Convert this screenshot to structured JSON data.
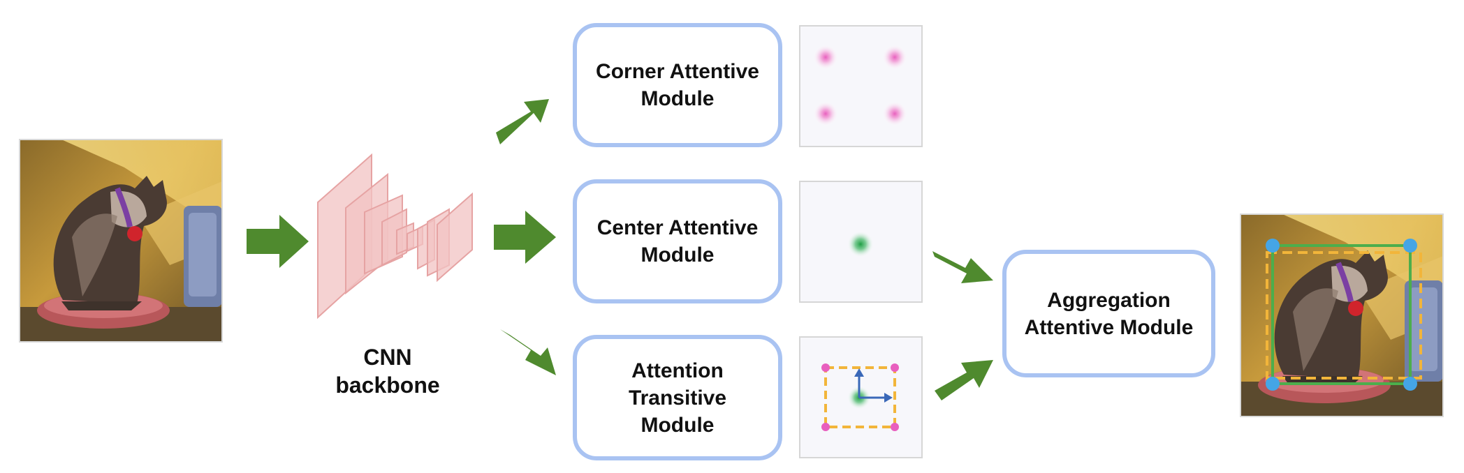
{
  "diagram": {
    "backbone": {
      "label": "CNN\nbackbone"
    },
    "modules": {
      "corner": {
        "label": "Corner Attentive\nModule"
      },
      "center": {
        "label": "Center Attentive\nModule"
      },
      "transit": {
        "label": "Attention\nTransitive\nModule"
      },
      "aggregation": {
        "label": "Aggregation\nAttentive Module"
      }
    },
    "colors": {
      "arrow": "#4f8a2e",
      "module_border": "#a9c3f2",
      "cnn_layer_fill": "#f1c3c3",
      "cnn_layer_stroke": "#e6a3a3",
      "corner_heat": "#e85fbe",
      "center_heat": "#2aa84a",
      "dashed_box": "#f2b53a",
      "vector_arrow": "#3a68b8",
      "prediction_box": "#4cae4c",
      "corner_point": "#45a5e6"
    },
    "icons": [
      "input-cat-image",
      "output-cat-image",
      "cnn-layers-icon",
      "flow-arrow-icon",
      "heatmap-icon"
    ]
  }
}
